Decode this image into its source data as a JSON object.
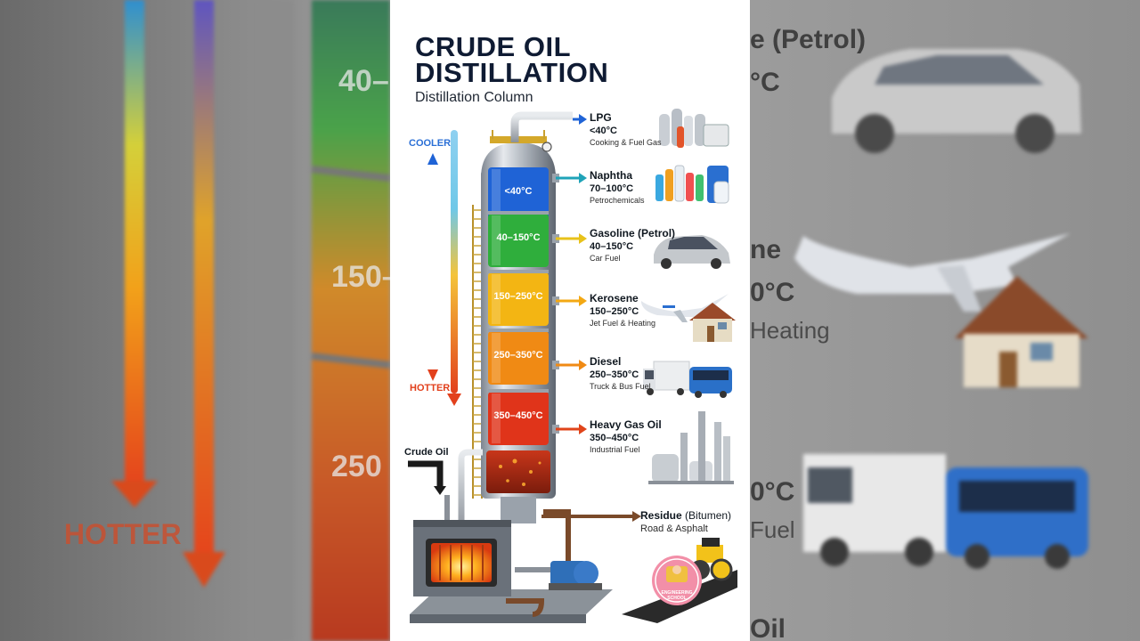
{
  "title_line1": "CRUDE OIL",
  "title_line2": "DISTILLATION",
  "subtitle": "Distillation Column",
  "scale": {
    "top": "COOLER",
    "bottom": "HOTTER"
  },
  "feed_label": "Crude Oil",
  "column_bands": [
    {
      "label": "<40°C",
      "color": "#1f63d6"
    },
    {
      "label": "40–150°C",
      "color": "#2fae3c"
    },
    {
      "label": "150–250°C",
      "color": "#f3b513"
    },
    {
      "label": "250–350°C",
      "color": "#f08a14"
    },
    {
      "label": "350–450°C",
      "color": "#e0341a"
    }
  ],
  "products": [
    {
      "name": "LPG",
      "temp": "<40°C",
      "use": "Cooking & Fuel Gas",
      "arrow_color": "#1f63d6"
    },
    {
      "name": "Naphtha",
      "temp": "70–100°C",
      "use": "Petrochemicals",
      "arrow_color": "#1fa3b8"
    },
    {
      "name": "Gasoline (Petrol)",
      "temp": "40–150°C",
      "use": "Car Fuel",
      "arrow_color": "#e8c21a"
    },
    {
      "name": "Kerosene",
      "temp": "150–250°C",
      "use": "Jet Fuel & Heating",
      "arrow_color": "#f3a813"
    },
    {
      "name": "Diesel",
      "temp": "250–350°C",
      "use": "Truck & Bus Fuel",
      "arrow_color": "#f08a14"
    },
    {
      "name": "Heavy Gas Oil",
      "temp": "350–450°C",
      "use": "Industrial Fuel",
      "arrow_color": "#e0441a"
    }
  ],
  "residue": {
    "name": "Residue",
    "qualifier": "(Bitumen)",
    "use": "Road & Asphalt",
    "arrow_color": "#7a4a2a"
  },
  "logo_text": "ENGINEERING SCHOOL",
  "background": {
    "left_texts": [
      "40–",
      "150–",
      "250",
      "HOTTER"
    ],
    "right_texts": [
      "e (Petrol)",
      "°C",
      "ne",
      "0°C",
      "Heating",
      "0°C",
      "Fuel",
      "Oil"
    ]
  },
  "colors": {
    "title": "#0f1b33",
    "cooler": "#2a6fd6",
    "hotter": "#e2401c"
  }
}
